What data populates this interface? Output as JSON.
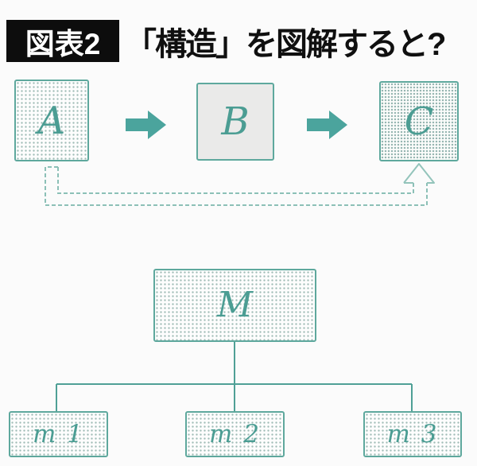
{
  "header": {
    "tag_label": "図表2",
    "title": "「構造」を図解すると?"
  },
  "flow_diagram": {
    "box_a": "A",
    "box_b": "B",
    "box_c": "C",
    "arrow_1": "right-block-arrow",
    "arrow_2": "right-block-arrow",
    "feedback_loop": "dashed hollow arrow from bottom of A to bottom of C"
  },
  "tree_diagram": {
    "root": "M",
    "child_1": "m 1",
    "child_2": "m 2",
    "child_3": "m 3"
  },
  "colors": {
    "teal_arrow": "#4ba49d",
    "teal_border": "#5ea89d",
    "teal_letter": "#4b9d93",
    "teal_dashed": "#8cc0b7",
    "tree_line": "#4fa096",
    "tag_background": "#0d0d0d",
    "box_b_fill": "#eaeae9",
    "page_background": "#fbfbfb"
  }
}
